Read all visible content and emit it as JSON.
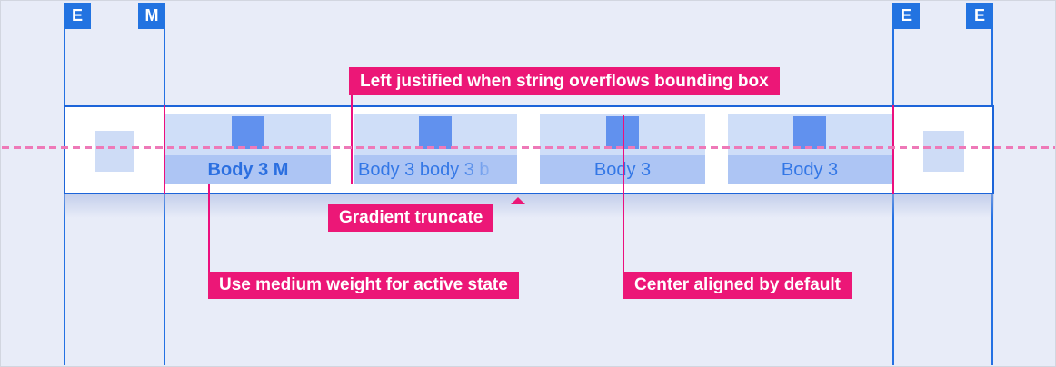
{
  "design_spec": {
    "spacing_markers": [
      {
        "label": "E"
      },
      {
        "label": "M"
      },
      {
        "label": "E"
      },
      {
        "label": "E"
      }
    ],
    "tab_bar": {
      "tabs": [
        {
          "label": "Body 3 M",
          "state": "active"
        },
        {
          "label": "Body 3 body 3 b",
          "state": "gradient-truncated"
        },
        {
          "label": "Body 3",
          "state": "default"
        },
        {
          "label": "Body 3",
          "state": "default"
        }
      ]
    },
    "annotations": {
      "left_justified": "Left justified when string overflows bounding box",
      "gradient_truncate": "Gradient truncate",
      "medium_weight": "Use medium weight for active state",
      "center_aligned": "Center aligned by default"
    },
    "colors": {
      "background": "#e8ecf8",
      "guide_blue": "#2471e3",
      "marker_blue": "#2273e1",
      "bar_border_blue": "#1c64d9",
      "tab_strip_bg": "#cfdef8",
      "tab_label_bg": "#adc5f4",
      "tab_icon_blue": "#6191ee",
      "tab_text_blue": "#3377e6",
      "active_text_blue": "#2b6fe0",
      "annotation_magenta": "#ec1777",
      "dashed_pink": "#ee79b8"
    }
  }
}
